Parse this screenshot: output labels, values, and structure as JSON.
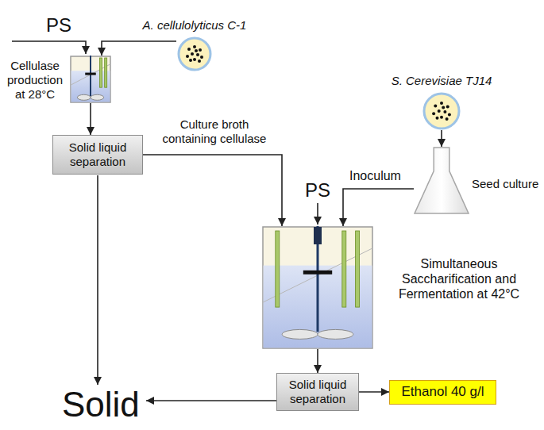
{
  "diagram": {
    "nodes": [
      {
        "text": [
          "A. cellulolyticus C-1"
        ]
      },
      {
        "text": [
          "Cellulase production at 28°C"
        ]
      },
      {
        "text": [
          "S. Cerevisiae TJ14"
        ]
      },
      {
        "text": [
          "Solid liquid separation"
        ]
      },
      {
        "text": [
          "Seed culture"
        ]
      },
      {
        "text": [
          "Simultaneous Saccharification and Fermentation at 42°C"
        ]
      },
      {
        "text": [
          "Solid liquid separation"
        ]
      },
      {
        "text": [
          "Ethanol 40 g/l"
        ]
      }
    ],
    "edges": [
      {
        "from": 0,
        "to": 1,
        "arrow": "to"
      },
      {
        "from": 1,
        "to": 3,
        "arrow": "to"
      },
      {
        "from": 3,
        "to": 5,
        "arrow": "to",
        "label": "Culture broth containing cellulase"
      },
      {
        "from": 2,
        "to": 4,
        "arrow": "to"
      },
      {
        "from": 4,
        "to": 5,
        "arrow": "to",
        "label": "Inoculum"
      },
      {
        "from": 5,
        "to": 6,
        "arrow": "to"
      },
      {
        "from": 6,
        "to": 7,
        "arrow": "to"
      }
    ],
    "labels": [
      "PS",
      "PS",
      "Solid"
    ]
  }
}
